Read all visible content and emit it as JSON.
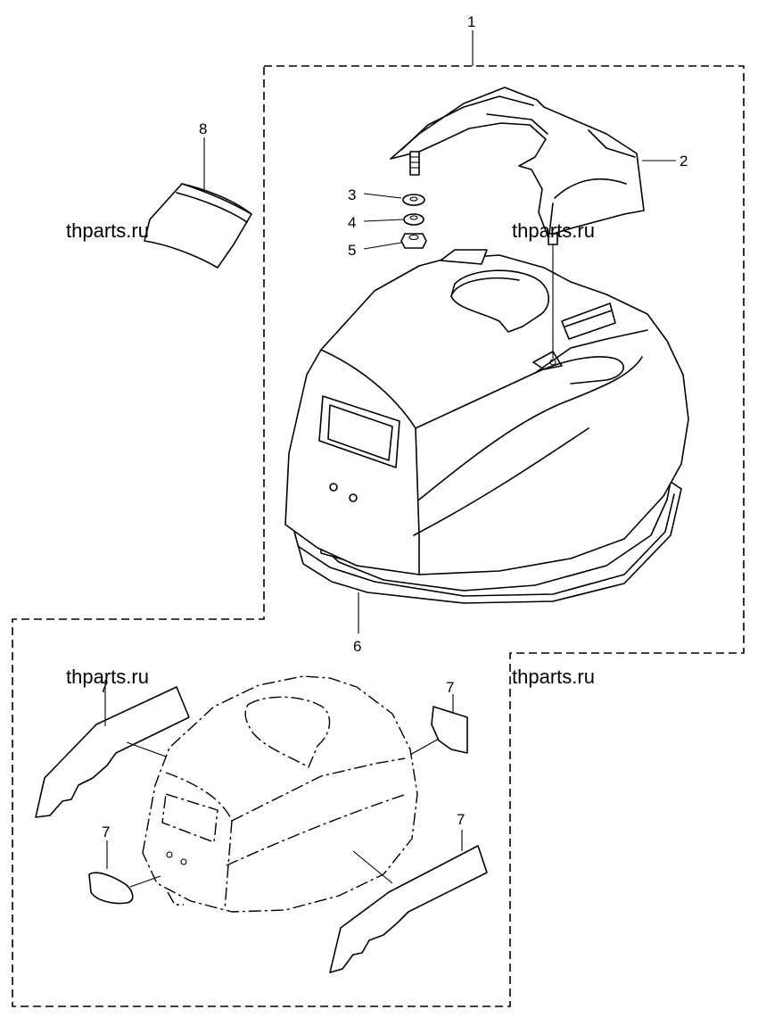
{
  "callouts": {
    "c1": "1",
    "c2": "2",
    "c3": "3",
    "c4": "4",
    "c5": "5",
    "c6": "6",
    "c7a": "7",
    "c7b": "7",
    "c7c": "7",
    "c7d": "7",
    "c8": "8"
  },
  "watermarks": {
    "w1": "thparts.ru",
    "w2": "thparts.ru",
    "w3": "thparts.ru",
    "w4": "thparts.ru"
  }
}
